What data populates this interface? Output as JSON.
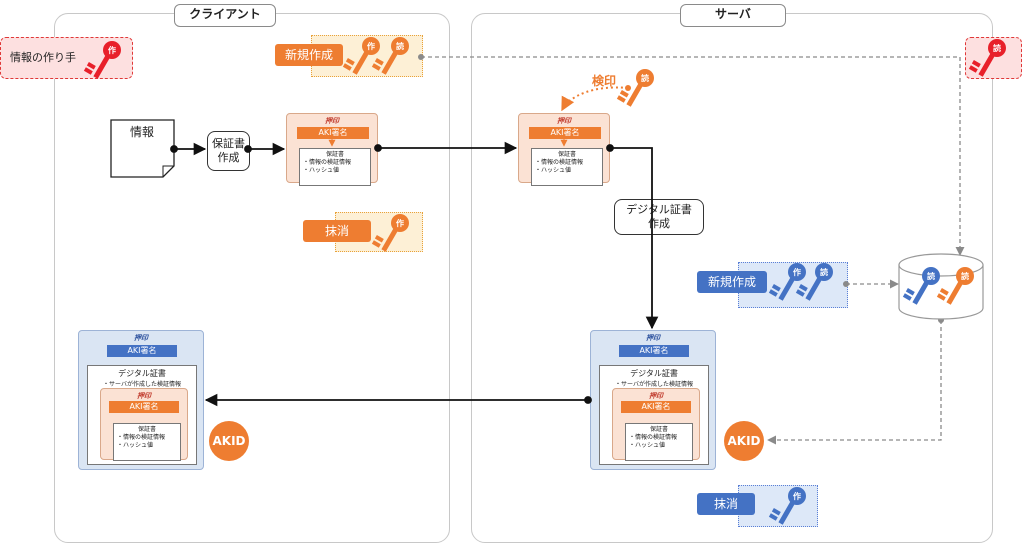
{
  "regions": {
    "client": "クライアント",
    "server": "サーバ"
  },
  "creator": {
    "label": "情報の作り手",
    "key": "作"
  },
  "keys": {
    "create": "作",
    "read": "読"
  },
  "client": {
    "new_label": "新規作成",
    "delete_label": "抹消",
    "info_label": "情報",
    "cert_make_label": [
      "保証書",
      "作成"
    ]
  },
  "server": {
    "verify_label": "検印",
    "digital_cert_make_label": [
      "デジタル証書",
      "作成"
    ],
    "new_label": "新規作成",
    "delete_label": "抹消"
  },
  "stamp": {
    "title": "押印",
    "aki_sign": "AKI署名",
    "doc_title": "保証書",
    "doc_lines": [
      "・情報の検証情報",
      "・ハッシュ値"
    ]
  },
  "digital_cert": {
    "title": "デジタル証書",
    "subtitle": "・サーバが作成した検証情報"
  },
  "akid": "AKID",
  "colors": {
    "orange": "#ee7d31",
    "blue": "#4472c4",
    "red": "#e8202a"
  }
}
